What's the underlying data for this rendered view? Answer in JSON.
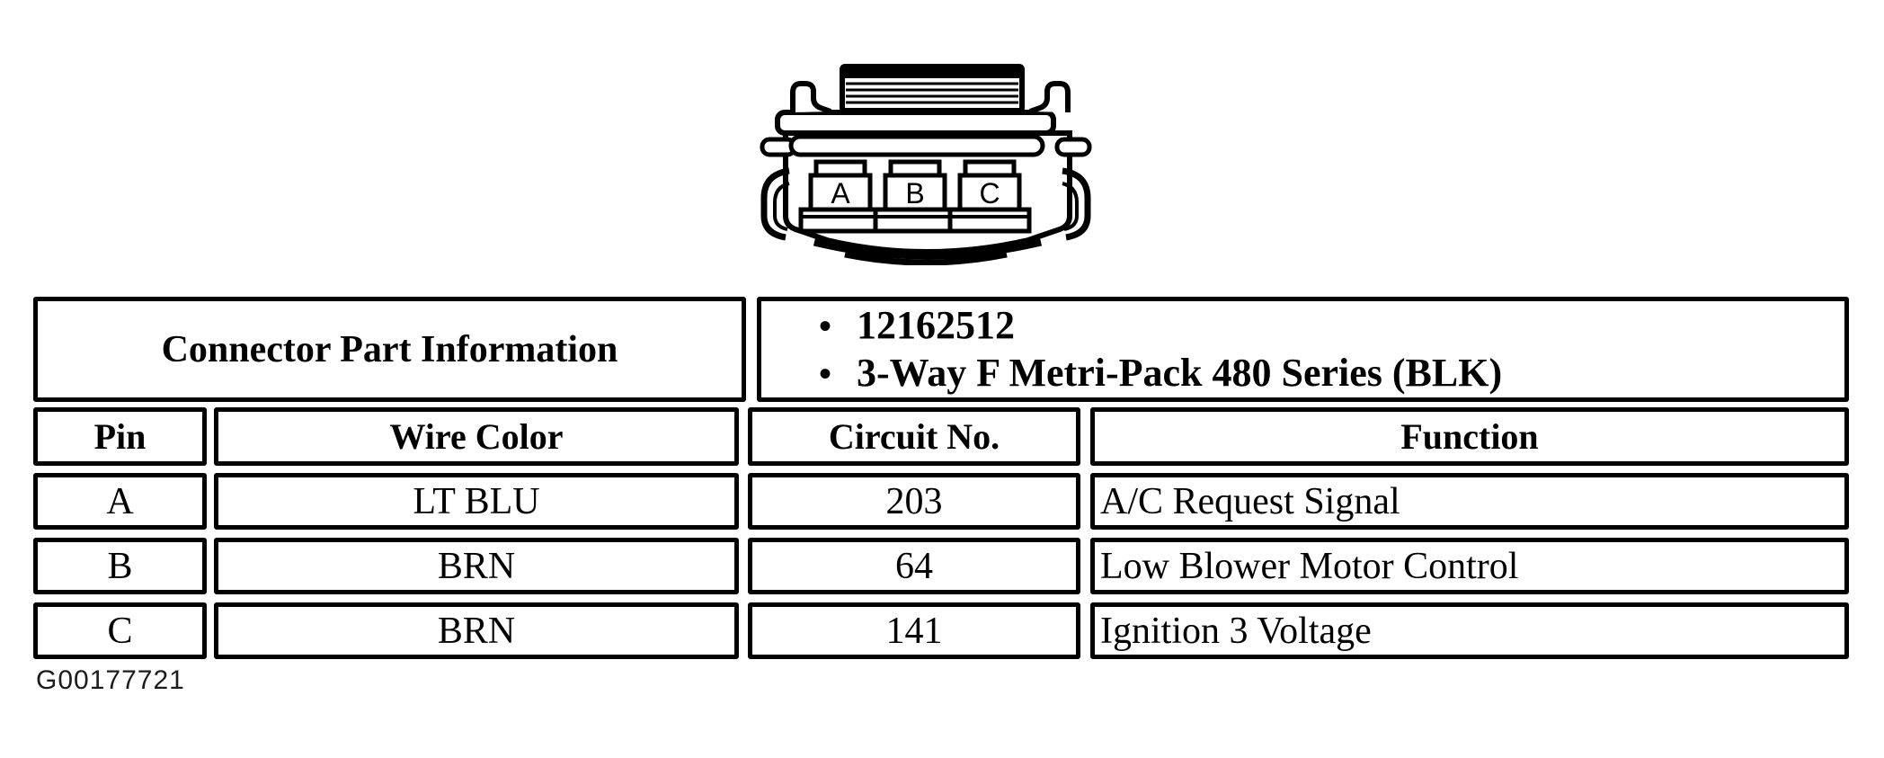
{
  "diagram": {
    "pin_labels": [
      "A",
      "B",
      "C"
    ]
  },
  "part_info": {
    "title": "Connector Part Information",
    "bullet": "•",
    "items": [
      "12162512",
      "3-Way F Metri-Pack 480 Series (BLK)"
    ]
  },
  "pin_table": {
    "headers": [
      "Pin",
      "Wire Color",
      "Circuit No.",
      "Function"
    ],
    "rows": [
      [
        "A",
        "LT BLU",
        "203",
        "A/C Request Signal"
      ],
      [
        "B",
        "BRN",
        "64",
        "Low Blower Motor Control"
      ],
      [
        "C",
        "BRN",
        "141",
        "Ignition 3 Voltage"
      ]
    ]
  },
  "footer": {
    "figure_id": "G00177721"
  },
  "colors": {
    "ink": "#000000",
    "paper": "#ffffff"
  }
}
